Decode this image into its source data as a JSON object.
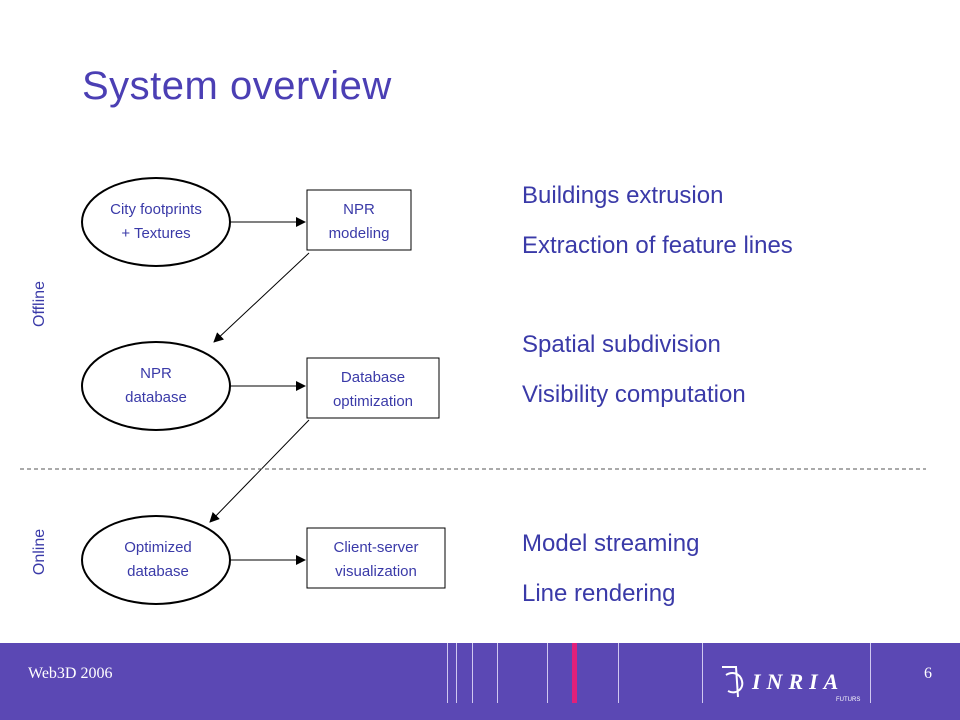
{
  "title": "System overview",
  "nodes": {
    "city_footprints": [
      "City footprints",
      "+ Textures"
    ],
    "npr_modeling": [
      "NPR",
      "modeling"
    ],
    "npr_database": [
      "NPR",
      "database"
    ],
    "database_optimization": [
      "Database",
      "optimization"
    ],
    "optimized_database": [
      "Optimized",
      "database"
    ],
    "client_server": [
      "Client-server",
      "visualization"
    ]
  },
  "side_labels": {
    "offline": "Offline",
    "online": "Online"
  },
  "descriptions": [
    "Buildings extrusion",
    "Extraction of feature lines",
    "Spatial subdivision",
    "Visibility computation",
    "Model streaming",
    "Line rendering"
  ],
  "footer": {
    "conference": "Web3D 2006",
    "page": "6",
    "logo_text": "INRIA",
    "logo_subtext": "FUTURS"
  },
  "colors": {
    "text": "#3a3aa8",
    "title": "#4b3fb4",
    "footer_bg": "#5b48b4",
    "accent_bar": "#e0207a"
  }
}
